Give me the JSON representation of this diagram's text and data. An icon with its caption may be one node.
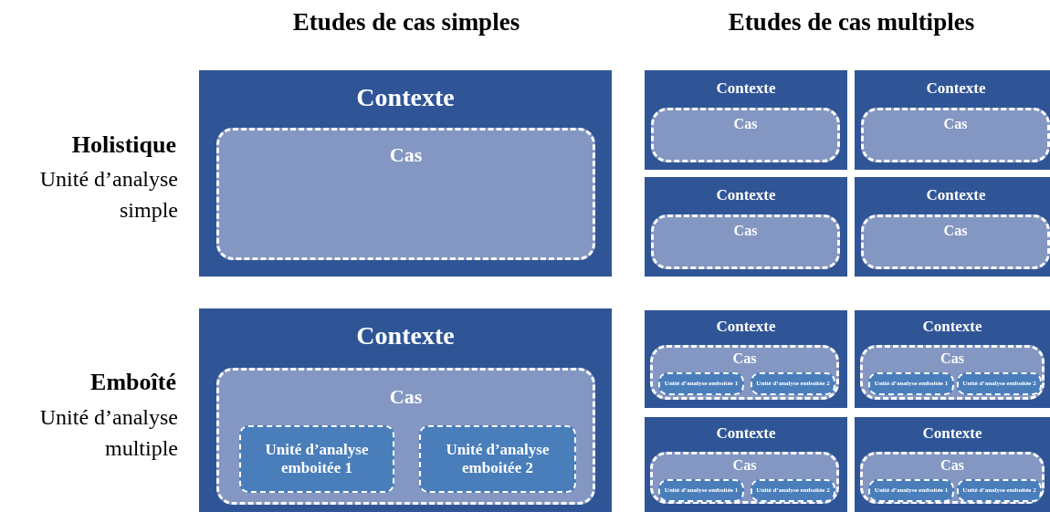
{
  "diagram": {
    "nodes": [
      {
        "text": [
          "Contexte"
        ]
      },
      {
        "text": [
          "Cas"
        ],
        "in": 0
      },
      {
        "text": [
          "Contexte"
        ]
      },
      {
        "text": [
          "Cas"
        ],
        "in": 2
      },
      {
        "text": [
          "Contexte"
        ]
      },
      {
        "text": [
          "Cas"
        ],
        "in": 4
      },
      {
        "text": [
          "Contexte"
        ]
      },
      {
        "text": [
          "Cas"
        ],
        "in": 6
      },
      {
        "text": [
          "Contexte"
        ]
      },
      {
        "text": [
          "Cas"
        ],
        "in": 8
      },
      {
        "text": [
          "Contexte"
        ]
      },
      {
        "text": [
          "Cas"
        ],
        "in": 10
      },
      {
        "text": [
          "Unité d’analyse emboitée 1"
        ],
        "in": 11
      },
      {
        "text": [
          "Unité d’analyse emboitée 2"
        ],
        "in": 11
      },
      {
        "text": [
          "Contexte"
        ]
      },
      {
        "text": [
          "Cas"
        ],
        "in": 14
      },
      {
        "text": [
          "Unité d’analyse emboitée 1"
        ],
        "in": 15
      },
      {
        "text": [
          "Unité d’analyse emboitée 2"
        ],
        "in": 15
      },
      {
        "text": [
          "Contexte"
        ]
      },
      {
        "text": [
          "Cas"
        ],
        "in": 18
      },
      {
        "text": [
          "Unité d’analyse emboitée 1"
        ],
        "in": 19
      },
      {
        "text": [
          "Unité d’analyse emboitée 2"
        ],
        "in": 19
      },
      {
        "text": [
          "Contexte"
        ]
      },
      {
        "text": [
          "Cas"
        ],
        "in": 22
      },
      {
        "text": [
          "Unité d’analyse emboitée 1"
        ],
        "in": 23
      },
      {
        "text": [
          "Unité d’analyse emboitée 2"
        ],
        "in": 23
      },
      {
        "text": [
          "Contexte"
        ]
      },
      {
        "text": [
          "Cas"
        ],
        "in": 26
      },
      {
        "text": [
          "Unité d’analyse emboitée 1"
        ],
        "in": 27
      },
      {
        "text": [
          "Unité d’analyse emboitée 2"
        ],
        "in": 27
      }
    ],
    "labels": [
      "Etudes de cas simples",
      "Etudes de cas multiples",
      "Holistique",
      "Unité d’analyse simple",
      "Emboîté",
      "Unité d’analyse multiple"
    ]
  }
}
